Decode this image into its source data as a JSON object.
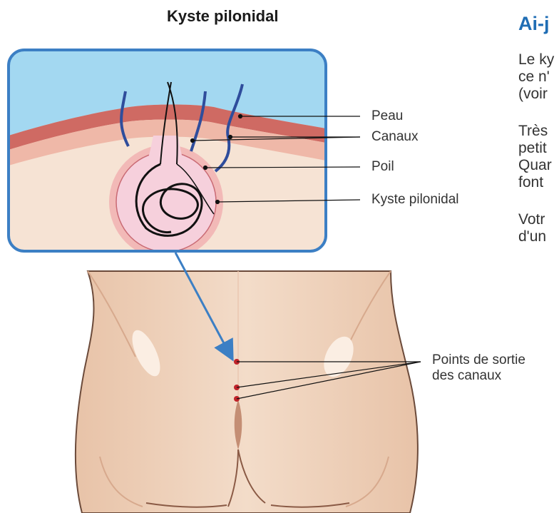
{
  "diagram": {
    "title": "Kyste pilonidal",
    "labels": {
      "peau": "Peau",
      "canaux": "Canaux",
      "poil": "Poil",
      "kyste": "Kyste pilonidal",
      "points_line1": "Points de sortie",
      "points_line2": "des canaux"
    }
  },
  "side_text": {
    "heading": "Ai-j",
    "para1": [
      "Le ky",
      "ce n'",
      "(voir"
    ],
    "para2": [
      "Très",
      "petit",
      "Quar",
      "font"
    ],
    "para3": [
      "Votr",
      "d'un"
    ]
  },
  "colors": {
    "frame_border": "#3c7fc4",
    "sky": "#a3d8f1",
    "skin": "#f6e3d4",
    "dermis": "#d9827a",
    "cyst": "#f6d0dc",
    "canal": "#2f4d9c",
    "arrow": "#3c7fc4",
    "body": "#f0d4bd",
    "heading": "#1f6db4",
    "exit_point": "#c0232a"
  }
}
